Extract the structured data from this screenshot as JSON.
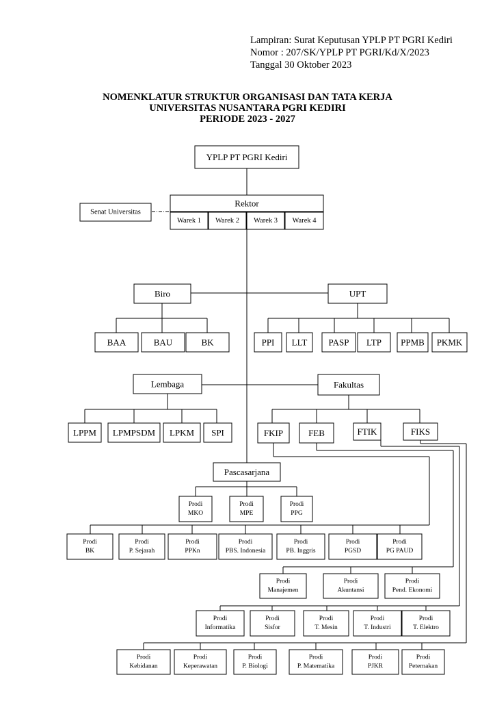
{
  "attachment": {
    "line1": "Lampiran: Surat Keputusan YPLP PT PGRI Kediri",
    "line2": "Nomor : 207/SK/YPLP PT PGRI/Kd/X/2023",
    "line3": "Tanggal 30 Oktober 2023"
  },
  "titles": {
    "line1": "NOMENKLATUR STRUKTUR ORGANISASI DAN TATA KERJA",
    "line2": "UNIVERSITAS NUSANTARA PGRI KEDIRI",
    "line3": "PERIODE 2023 - 2027"
  },
  "org": {
    "yplp": "YPLP PT PGRI Kediri",
    "senat": "Senat Universitas",
    "rektor": "Rektor",
    "wareks": [
      "Warek 1",
      "Warek 2",
      "Warek 3",
      "Warek 4"
    ],
    "biro": "Biro",
    "biro_units": [
      "BAA",
      "BAU",
      "BK"
    ],
    "upt": "UPT",
    "upt_units": [
      "PPI",
      "LLT",
      "PASP",
      "LTP",
      "PPMB",
      "PKMK"
    ],
    "lembaga": "Lembaga",
    "lembaga_units": [
      "LPPM",
      "LPMPSDM",
      "LPKM",
      "SPI"
    ],
    "fakultas": "Fakultas",
    "fakultas_units": [
      "FKIP",
      "FEB",
      "FTIK",
      "FIKS"
    ],
    "pascasarjana": "Pascasarjana",
    "prodi_label": "Prodi",
    "pasca_prodi": [
      "MKO",
      "MPE",
      "PPG"
    ],
    "fkip_prodi": [
      "BK",
      "P. Sejarah",
      "PPKn",
      "PBS. Indonesia",
      "PB. Inggris",
      "PGSD",
      "PG PAUD"
    ],
    "feb_prodi": [
      "Manajemen",
      "Akuntansi",
      "Pend. Ekonomi"
    ],
    "ftik_prodi": [
      "Informatika",
      "Sisfor",
      "T. Mesin",
      "T. Industri",
      "T. Elektro"
    ],
    "fiks_prodi": [
      "Kebidanan",
      "Keperawatan",
      "P. Biologi",
      "P. Matematika",
      "PJKR",
      "Peternakan"
    ]
  }
}
